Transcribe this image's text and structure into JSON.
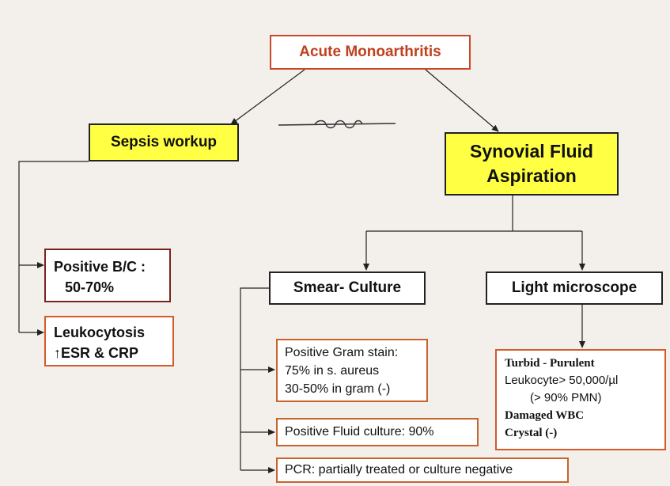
{
  "title": "Acute Monoarthritis",
  "left_branch": {
    "label": "Sepsis workup",
    "findings": [
      {
        "lines": [
          "Positive B/C :",
          "50-70%"
        ]
      },
      {
        "lines": [
          "Leukocytosis",
          "↑ESR & CRP"
        ]
      }
    ]
  },
  "right_branch": {
    "label_lines": [
      "Synovial Fluid",
      "Aspiration"
    ],
    "smear": {
      "label": "Smear- Culture",
      "results": [
        {
          "lines": [
            "Positive Gram stain:",
            "75% in s. aureus",
            "30-50% in gram (-)"
          ]
        },
        {
          "lines": [
            "Positive Fluid culture: 90%"
          ]
        },
        {
          "lines": [
            "PCR: partially treated or culture negative"
          ]
        }
      ]
    },
    "microscope": {
      "label": "Light microscope",
      "results": {
        "turbid": "Turbid - Purulent",
        "leukocyte": "Leukocyte> 50,000/µl",
        "pmn": "(> 90% PMN)",
        "wbc": "Damaged WBC",
        "crystal": "Crystal (-)"
      }
    }
  },
  "colors": {
    "background": "#f3f0ec",
    "title_text": "#c0401f",
    "highlight": "#ffff44",
    "box_border_orange": "#c8632e",
    "box_border_dark_red": "#7a2320"
  }
}
